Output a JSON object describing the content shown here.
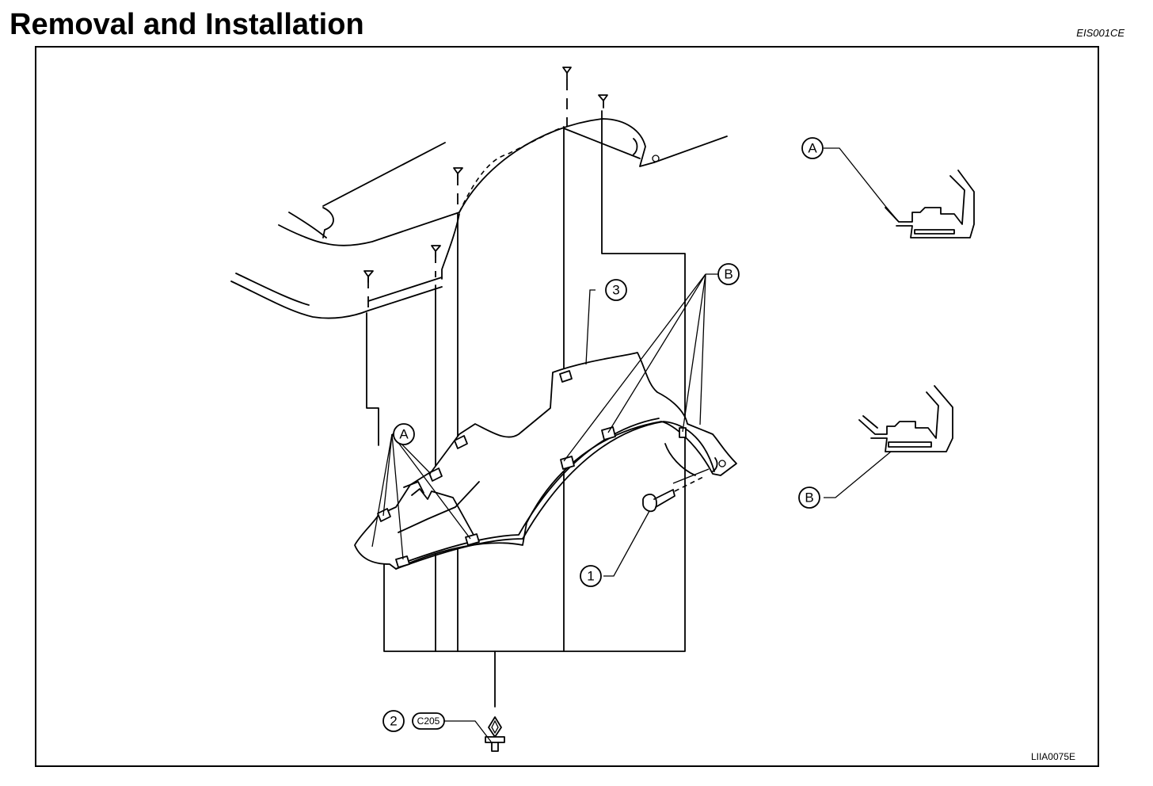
{
  "header": {
    "title": "Removal and Installation",
    "doc_code": "EIS001CE"
  },
  "figure": {
    "figure_code": "LIIA0075E",
    "callouts": {
      "one": "1",
      "two": "2",
      "three": "3",
      "a_main": "A",
      "b_main": "B",
      "a_detail": "A",
      "b_detail": "B"
    },
    "clip_code": "C205"
  }
}
